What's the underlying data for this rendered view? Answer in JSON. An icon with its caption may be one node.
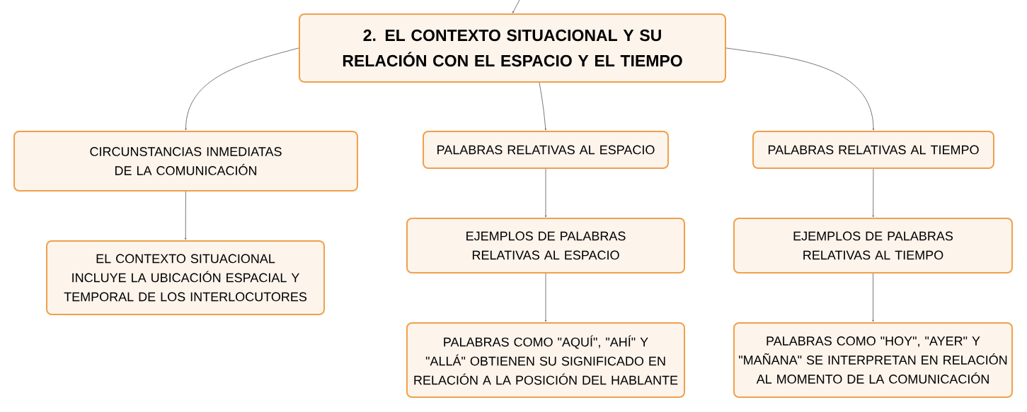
{
  "diagram": {
    "nodes": [
      {
        "text": [
          "2. EL CONTEXTO SITUACIONAL Y SU RELACIÓN CON EL ESPACIO Y EL TIEMPO"
        ]
      },
      {
        "text": [
          "CIRCUNSTANCIAS INMEDIATAS DE LA COMUNICACIÓN"
        ]
      },
      {
        "text": [
          "PALABRAS RELATIVAS AL ESPACIO"
        ]
      },
      {
        "text": [
          "PALABRAS RELATIVAS AL TIEMPO"
        ]
      },
      {
        "text": [
          "EL CONTEXTO SITUACIONAL INCLUYE LA UBICACIÓN ESPACIAL Y TEMPORAL DE LOS INTERLOCUTORES"
        ]
      },
      {
        "text": [
          "EJEMPLOS DE PALABRAS RELATIVAS AL ESPACIO"
        ]
      },
      {
        "text": [
          "EJEMPLOS DE PALABRAS RELATIVAS AL TIEMPO"
        ]
      },
      {
        "text": [
          "PALABRAS COMO \"AQUÍ\", \"AHÍ\" Y \"ALLÁ\" OBTIENEN SU SIGNIFICADO EN RELACIÓN A LA POSICIÓN DEL HABLANTE"
        ]
      },
      {
        "text": [
          "PALABRAS COMO \"HOY\", \"AYER\" Y \"MAÑANA\" SE INTERPRETAN EN RELACIÓN AL MOMENTO DE LA COMUNICACIÓN"
        ]
      }
    ],
    "edges": [
      {
        "from": null,
        "to": 0,
        "arrow": "to"
      },
      {
        "from": 0,
        "to": 1,
        "arrow": "to"
      },
      {
        "from": 0,
        "to": 2,
        "arrow": "to"
      },
      {
        "from": 0,
        "to": 3,
        "arrow": "to"
      },
      {
        "from": 1,
        "to": 4,
        "arrow": "to"
      },
      {
        "from": 2,
        "to": 5,
        "arrow": "to"
      },
      {
        "from": 5,
        "to": 7,
        "arrow": "to"
      },
      {
        "from": 3,
        "to": 6,
        "arrow": "to"
      },
      {
        "from": 6,
        "to": 8,
        "arrow": "to"
      }
    ]
  }
}
